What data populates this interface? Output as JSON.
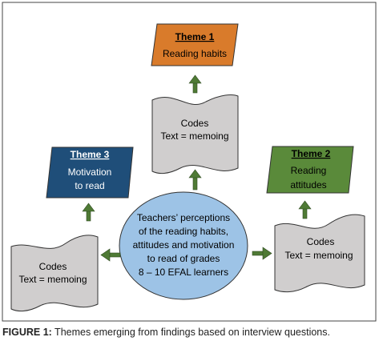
{
  "diagram": {
    "center": {
      "lines": [
        "Teachers’ perceptions",
        "of the reading habits,",
        "attitudes and motivation",
        "to read of grades",
        "8 – 10 EFAL learners"
      ]
    },
    "codes_documents": [
      {
        "id": "top",
        "lines": [
          "Codes",
          "Text = memoing"
        ]
      },
      {
        "id": "left",
        "lines": [
          "Codes",
          "Text = memoing"
        ]
      },
      {
        "id": "right",
        "lines": [
          "Codes",
          "Text = memoing"
        ]
      }
    ],
    "themes": [
      {
        "id": "theme1",
        "title": "Theme 1",
        "lines": [
          "Reading habits"
        ],
        "color": "#D97B2B"
      },
      {
        "id": "theme2",
        "title": "Theme 2",
        "lines": [
          "Reading",
          "attitudes"
        ],
        "color": "#5A8A3A"
      },
      {
        "id": "theme3",
        "title": "Theme 3",
        "lines": [
          "Motivation",
          "to read"
        ],
        "color": "#1F4E79"
      }
    ],
    "colors": {
      "center_fill": "#9DC3E6",
      "document_fill": "#D0CECE",
      "arrow": "#4F7A35",
      "border": "#333333"
    }
  },
  "caption": {
    "label": "FIGURE 1:",
    "text": " Themes emerging from findings based on interview questions."
  }
}
